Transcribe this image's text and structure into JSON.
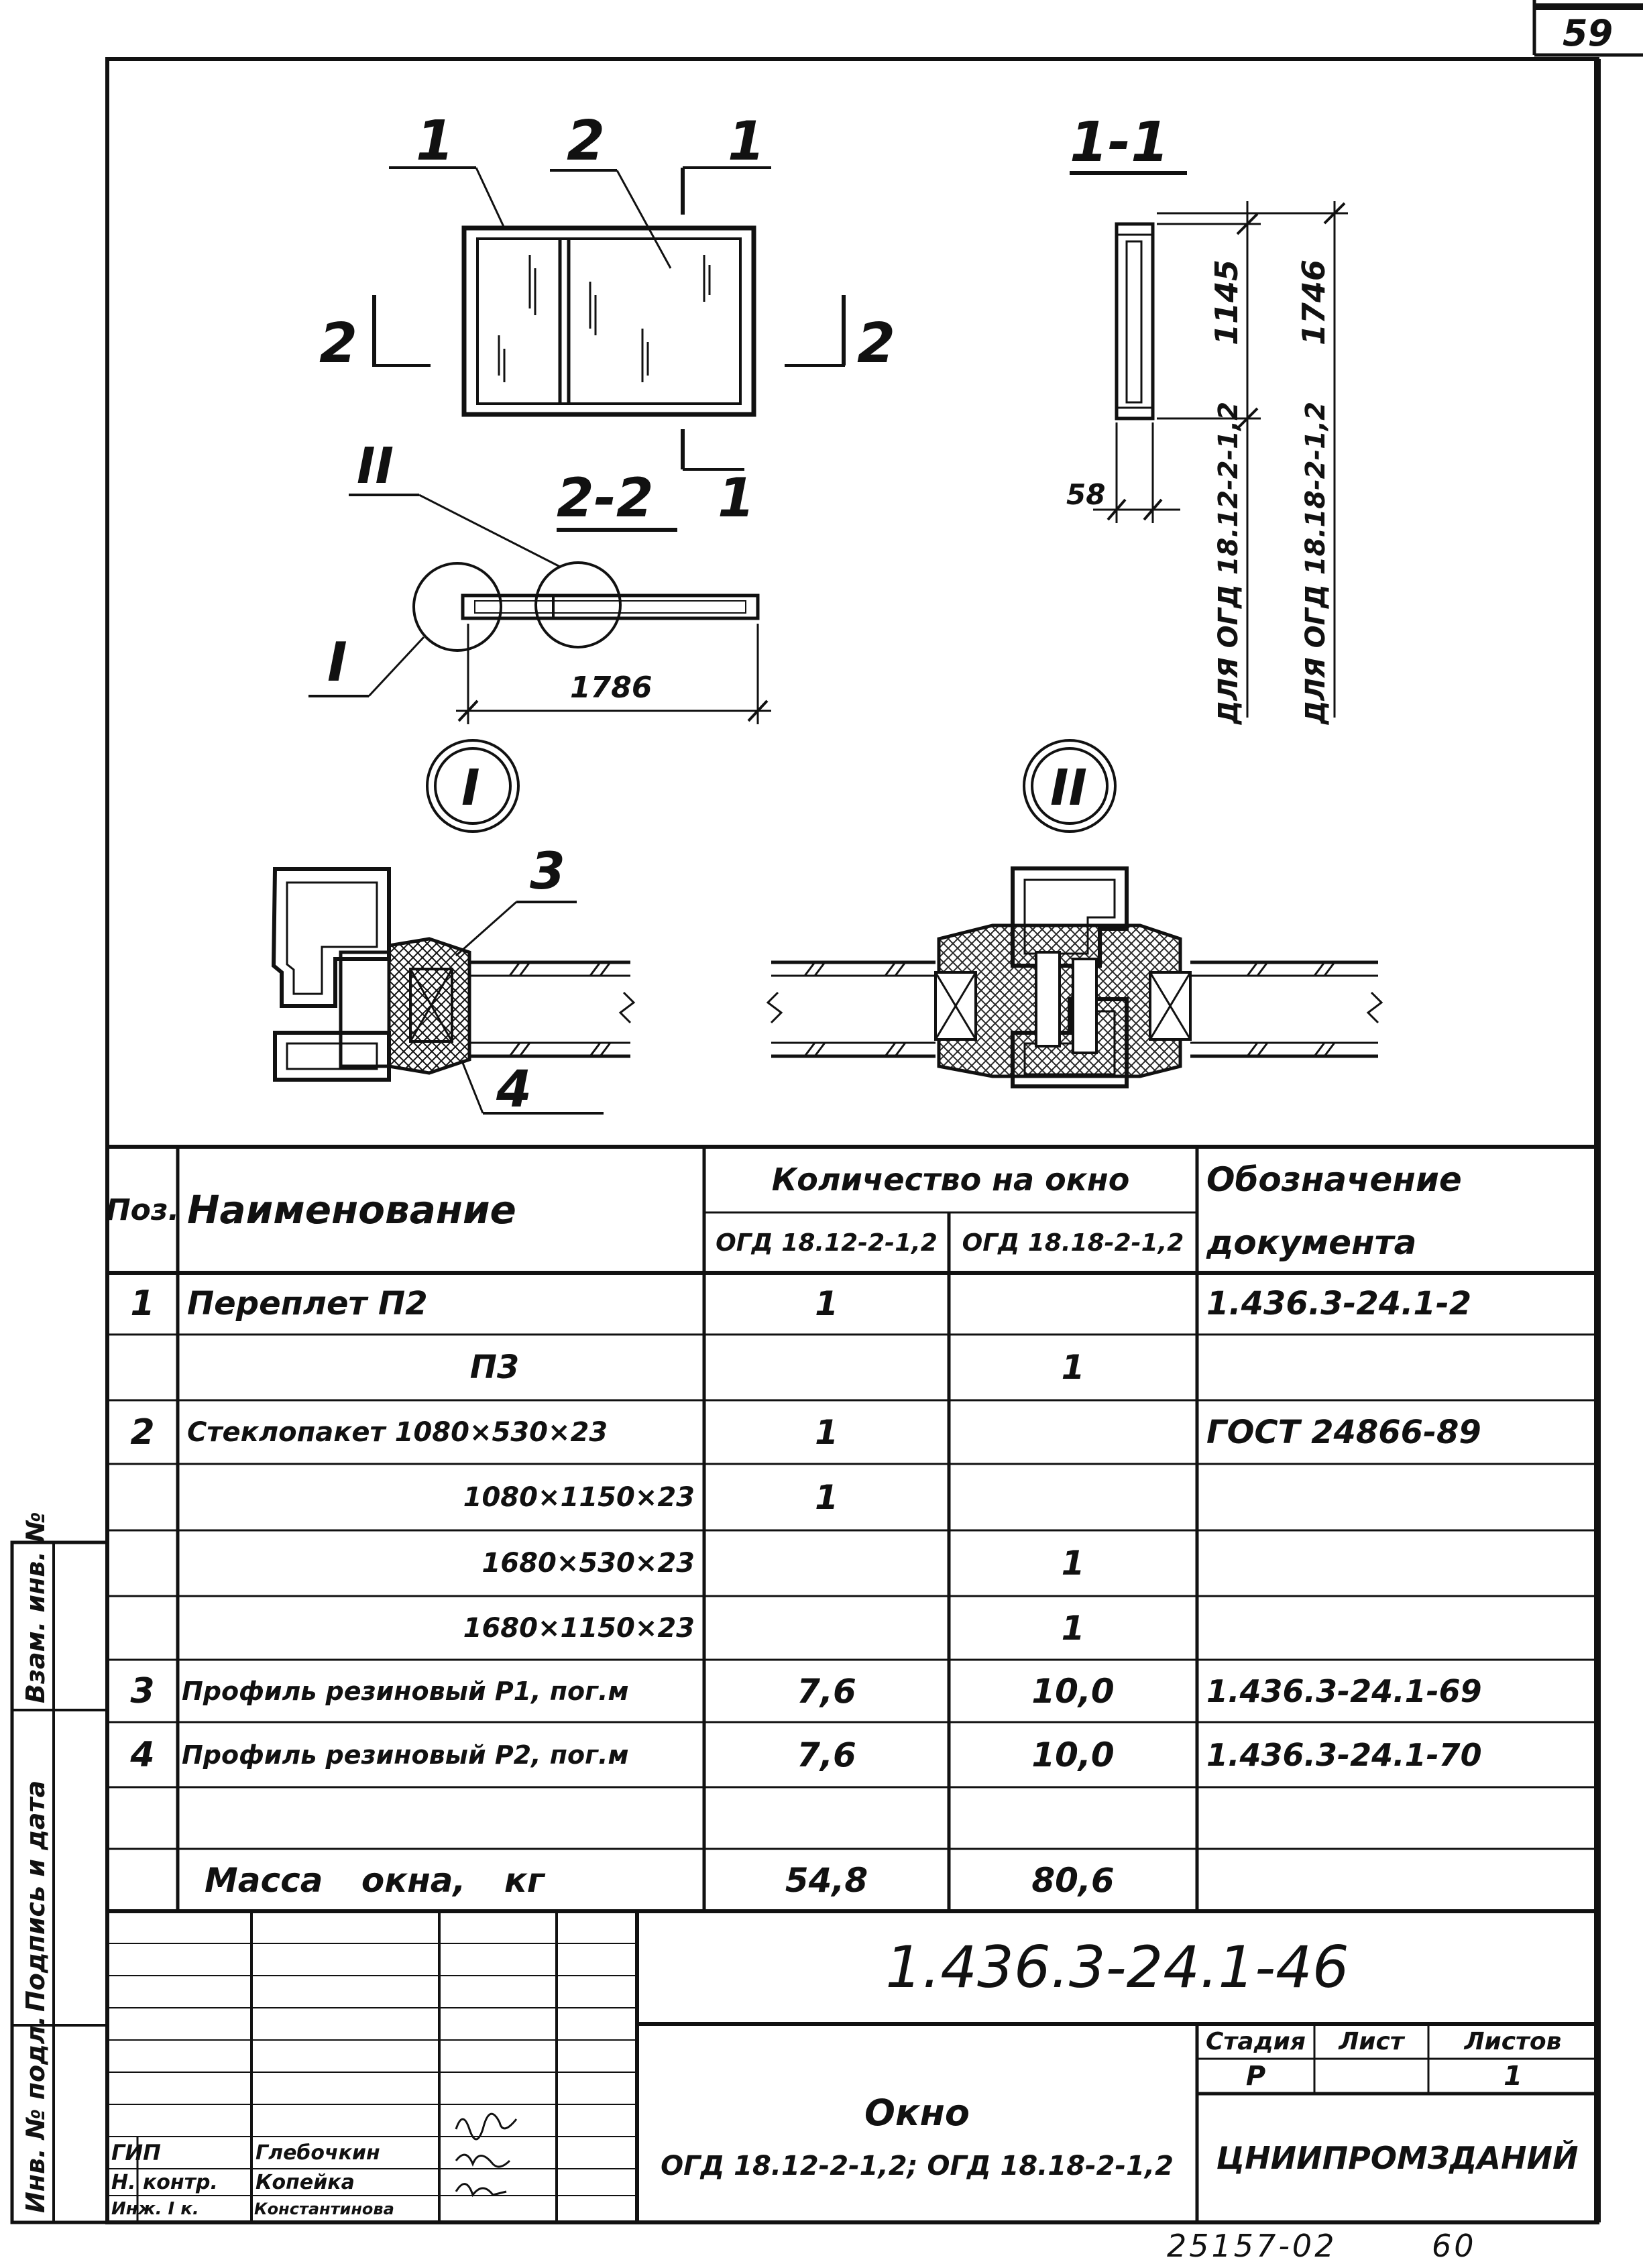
{
  "sheet_number": "59",
  "drawing": {
    "marks": {
      "pos1": "1",
      "pos2": "2",
      "pos3": "3",
      "pos4": "4",
      "section_1_top": "1",
      "section_1_bottom": "1",
      "section_2_left": "2",
      "section_2_right": "2",
      "section_11": "1-1",
      "section_22": "2-2",
      "callout_I": "I",
      "callout_II": "II",
      "detail_I": "I",
      "detail_II": "II"
    },
    "dims": {
      "width": "1786",
      "depth": "58",
      "h1": "1145",
      "h2": "1746",
      "note1": "ДЛЯ ОГД 18.12-2-1,2",
      "note2": "ДЛЯ ОГД 18.18-2-1,2"
    }
  },
  "spec": {
    "headers": {
      "pos": "Поз.",
      "name": "Наименование",
      "qty": "Количество на окно",
      "qty_col1": "ОГД 18.12-2-1,2",
      "qty_col2": "ОГД 18.18-2-1,2",
      "doc_line1": "Обозначение",
      "doc_line2": "документа"
    },
    "rows": [
      {
        "pos": "1",
        "name": "Переплет П2",
        "q1": "1",
        "q2": "",
        "doc": "1.436.3-24.1-2"
      },
      {
        "pos": "",
        "name": "П3",
        "q1": "",
        "q2": "1",
        "doc": ""
      },
      {
        "pos": "2",
        "name": "Стеклопакет 1080×530×23",
        "q1": "1",
        "q2": "",
        "doc": "ГОСТ 24866-89"
      },
      {
        "pos": "",
        "name": "1080×1150×23",
        "q1": "1",
        "q2": "",
        "doc": ""
      },
      {
        "pos": "",
        "name": "1680×530×23",
        "q1": "",
        "q2": "1",
        "doc": ""
      },
      {
        "pos": "",
        "name": "1680×1150×23",
        "q1": "",
        "q2": "1",
        "doc": ""
      },
      {
        "pos": "3",
        "name": "Профиль резиновый Р1, пог.м",
        "q1": "7,6",
        "q2": "10,0",
        "doc": "1.436.3-24.1-69"
      },
      {
        "pos": "4",
        "name": "Профиль резиновый Р2, пог.м",
        "q1": "7,6",
        "q2": "10,0",
        "doc": "1.436.3-24.1-70"
      },
      {
        "pos": "",
        "name": "",
        "q1": "",
        "q2": "",
        "doc": ""
      },
      {
        "pos": "",
        "name": "Масса окна, кг",
        "q1": "54,8",
        "q2": "80,6",
        "doc": ""
      }
    ]
  },
  "left_margin": {
    "f1": "Взам. инв. №",
    "f2": "Подпись и дата",
    "f3": "Инв. № подл."
  },
  "title_block": {
    "code": "1.436.3-24.1-46",
    "title_line1": "Окно",
    "title_line2": "ОГД 18.12-2-1,2; ОГД 18.18-2-1,2",
    "stage_label": "Стадия",
    "sheet_label": "Лист",
    "sheets_label": "Листов",
    "stage_value": "Р",
    "sheet_value": "",
    "sheets_value": "1",
    "organization": "ЦНИИПРОМЗДАНИЙ",
    "signers": [
      {
        "role": "ГИП",
        "name": "Глебочкин"
      },
      {
        "role": "Н. контр.",
        "name": "Копейка"
      },
      {
        "role": "Инж. I к.",
        "name": "Константинова"
      }
    ]
  },
  "footer": {
    "archive": "25157-02",
    "page": "60"
  }
}
